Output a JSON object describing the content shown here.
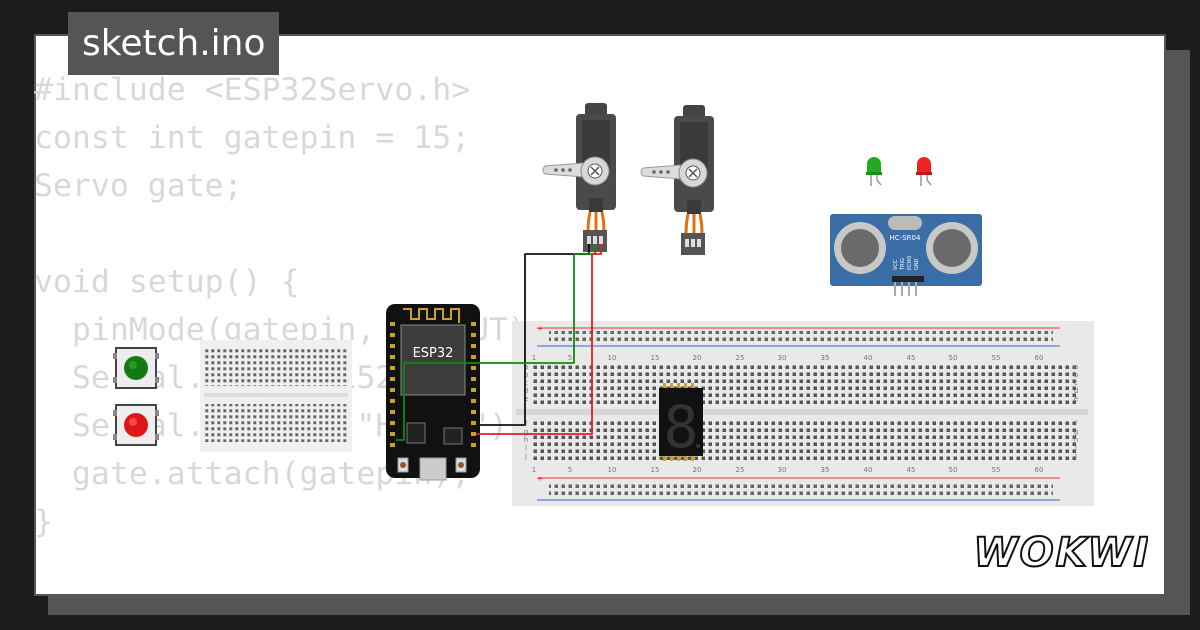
{
  "header": {
    "file_tab": "sketch.ino"
  },
  "code_lines": [
    "#include <ESP32Servo.h>",
    "const int gatepin = 15;",
    "Servo gate;",
    "",
    "void setup() {",
    "  pinMode(gatepin, OUTPUT);",
    "  Serial.begin(115200);",
    "  Serial.println(\"Hello\");",
    "  gate.attach(gatepin);",
    "}"
  ],
  "components": {
    "mcu_label": "ESP32",
    "sensor_label": "HC-SR04",
    "sensor_pins": [
      "VCC",
      "TRIG",
      "ECHO",
      "GND"
    ],
    "seven_segment_digit": "8",
    "breadboard_row_labels_top": [
      "a",
      "b",
      "c",
      "d",
      "e"
    ],
    "breadboard_row_labels_bottom": [
      "f",
      "g",
      "h",
      "i",
      "j"
    ],
    "breadboard_column_numbers": [
      "1",
      "5",
      "10",
      "15",
      "20",
      "25",
      "30",
      "35",
      "40",
      "45",
      "50",
      "55",
      "60"
    ],
    "button_colors": [
      "green",
      "red"
    ],
    "led_colors": [
      "green",
      "red"
    ]
  },
  "brand": {
    "logo_text": "WOKWI"
  },
  "colors": {
    "background": "#1c1c1c",
    "card": "#ffffff",
    "tab": "#555555",
    "code_text": "#d8d8d8",
    "wire_black": "#111111",
    "wire_green": "#118811",
    "wire_red": "#e02020",
    "sensor_blue": "#3a6ea5"
  }
}
